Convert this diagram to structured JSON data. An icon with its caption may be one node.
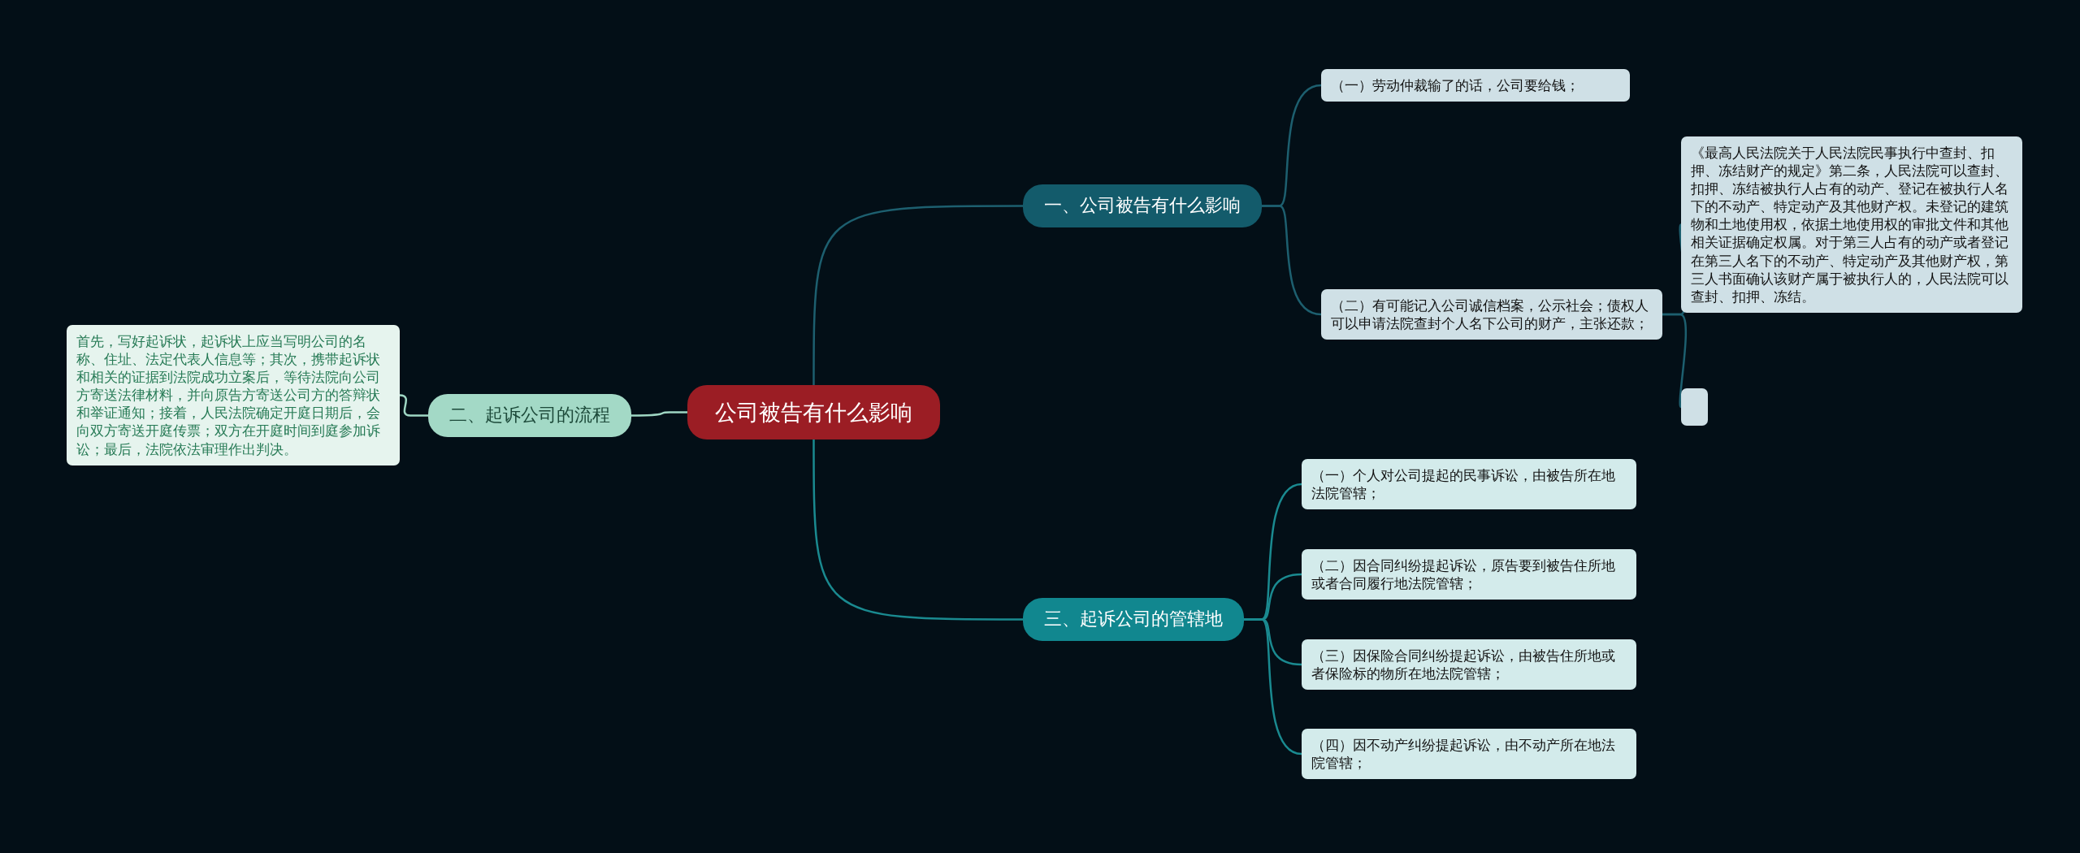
{
  "diagram": {
    "nodes": [
      {
        "text": [
          "公司被告有什么影响"
        ]
      },
      {
        "text": [
          "一、公司被告有什么影响"
        ]
      },
      {
        "text": [
          "（一）劳动仲裁输了的话，公司要给钱；"
        ]
      },
      {
        "text": [
          "（二）有可能记入公司诚信档案，公示社会；债权人可以申请法院查封个人名下公司的财产，主张还款；"
        ]
      },
      {
        "text": [
          "《最高人民法院关于人民法院民事执行中查封、扣押、冻结财产的规定》第二条，人民法院可以查封、扣押、冻结被执行人占有的动产、登记在被执行人名下的不动产、特定动产及其他财产权。未登记的建筑物和土地使用权，依据土地使用权的审批文件和其他相关证据确定权属。对于第三人占有的动产或者登记在第三人名下的不动产、特定动产及其他财产权，第三人书面确认该财产属于被执行人的，人民法院可以查封、扣押、冻结。"
        ]
      },
      {
        "text": [],
        "shape": "box"
      },
      {
        "text": [
          "二、起诉公司的流程"
        ]
      },
      {
        "text": [
          "首先，写好起诉状，起诉状上应当写明公司的名称、住址、法定代表人信息等；其次，携带起诉状和相关的证据到法院成功立案后，等待法院向公司方寄送法律材料，并向原告方寄送公司方的答辩状和举证通知；接着，人民法院确定开庭日期后，会向双方寄送开庭传票；双方在开庭时间到庭参加诉讼；最后，法院依法审理作出判决。"
        ]
      },
      {
        "text": [
          "三、起诉公司的管辖地"
        ]
      },
      {
        "text": [
          "（一）个人对公司提起的民事诉讼，由被告所在地法院管辖；"
        ]
      },
      {
        "text": [
          "（二）因合同纠纷提起诉讼，原告要到被告住所地或者合同履行地法院管辖；"
        ]
      },
      {
        "text": [
          "（三）因保险合同纠纷提起诉讼，由被告住所地或者保险标的物所在地法院管辖；"
        ]
      },
      {
        "text": [
          "（四）因不动产纠纷提起诉讼，由不动产所在地法院管辖；"
        ]
      }
    ],
    "edges": [
      {
        "from": 0,
        "to": 1,
        "arrow": "none",
        "color": "#1d5f6f"
      },
      {
        "from": 1,
        "to": 2,
        "arrow": "none",
        "color": "#1d5f6f"
      },
      {
        "from": 1,
        "to": 3,
        "arrow": "none",
        "color": "#1d5f6f"
      },
      {
        "from": 3,
        "to": 4,
        "arrow": "none",
        "color": "#1d5f6f"
      },
      {
        "from": 3,
        "to": 5,
        "arrow": "none",
        "color": "#1d5f6f"
      },
      {
        "from": 0,
        "to": 6,
        "arrow": "none",
        "color": "#9fd6c3"
      },
      {
        "from": 6,
        "to": 7,
        "arrow": "none",
        "color": "#9fd6c3"
      },
      {
        "from": 0,
        "to": 8,
        "arrow": "none"
      },
      {
        "from": 8,
        "to": 9,
        "arrow": "none"
      },
      {
        "from": 8,
        "to": 10,
        "arrow": "none"
      },
      {
        "from": 8,
        "to": 11,
        "arrow": "none"
      },
      {
        "from": 8,
        "to": 12,
        "arrow": "none"
      }
    ]
  }
}
